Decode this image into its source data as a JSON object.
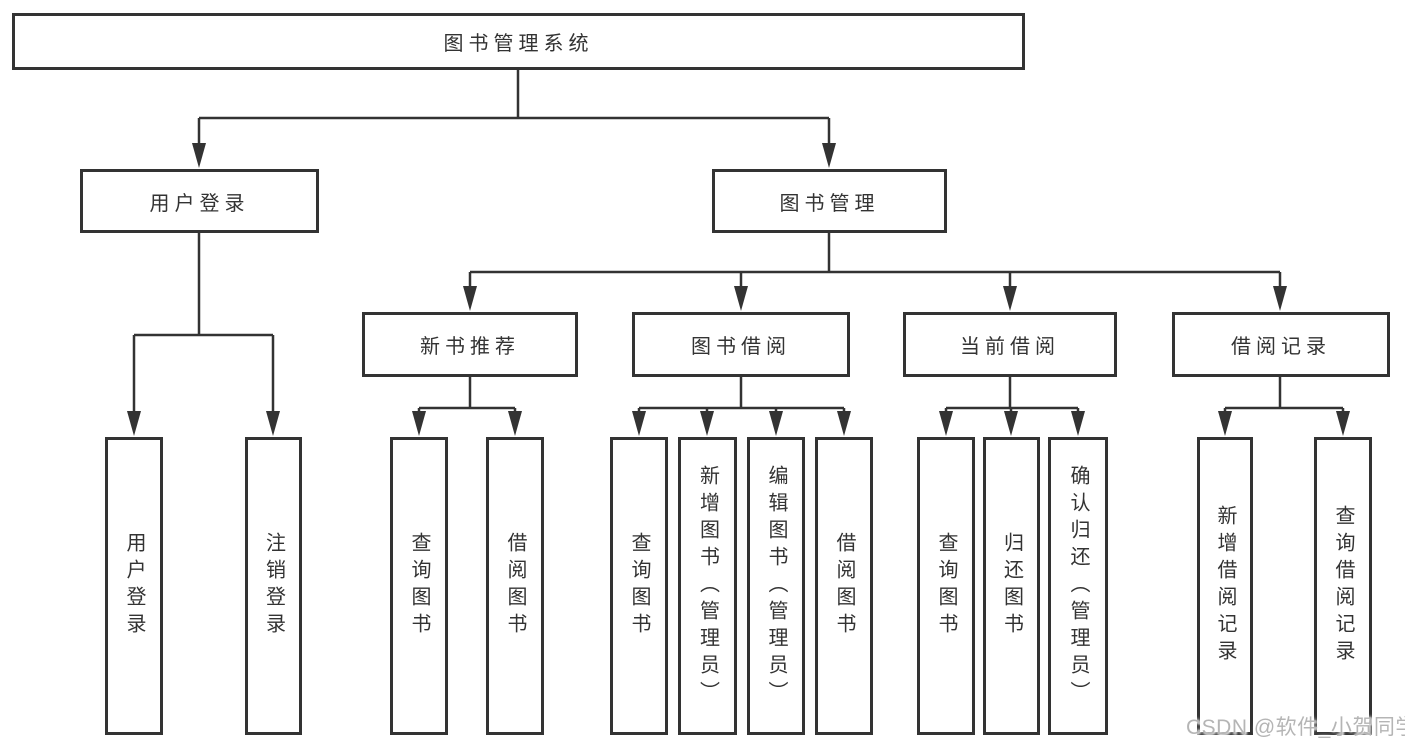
{
  "colors": {
    "line": "#333333",
    "box_border": "#333333",
    "text": "#333333",
    "watermark": "#b5b5b5",
    "background": "#ffffff"
  },
  "watermark": "CSDN @软件_小贺同学",
  "tree": {
    "label": "图书管理系统",
    "children": [
      {
        "label": "用户登录",
        "children": [
          {
            "label": "用户登录"
          },
          {
            "label": "注销登录"
          }
        ]
      },
      {
        "label": "图书管理",
        "children": [
          {
            "label": "新书推荐",
            "children": [
              {
                "label": "查询图书"
              },
              {
                "label": "借阅图书"
              }
            ]
          },
          {
            "label": "图书借阅",
            "children": [
              {
                "label": "查询图书"
              },
              {
                "label": "新增图书（管理员）"
              },
              {
                "label": "编辑图书（管理员）"
              },
              {
                "label": "借阅图书"
              }
            ]
          },
          {
            "label": "当前借阅",
            "children": [
              {
                "label": "查询图书"
              },
              {
                "label": "归还图书"
              },
              {
                "label": "确认归还（管理员）"
              }
            ]
          },
          {
            "label": "借阅记录",
            "children": [
              {
                "label": "新增借阅记录"
              },
              {
                "label": "查询借阅记录"
              }
            ]
          }
        ]
      }
    ]
  }
}
